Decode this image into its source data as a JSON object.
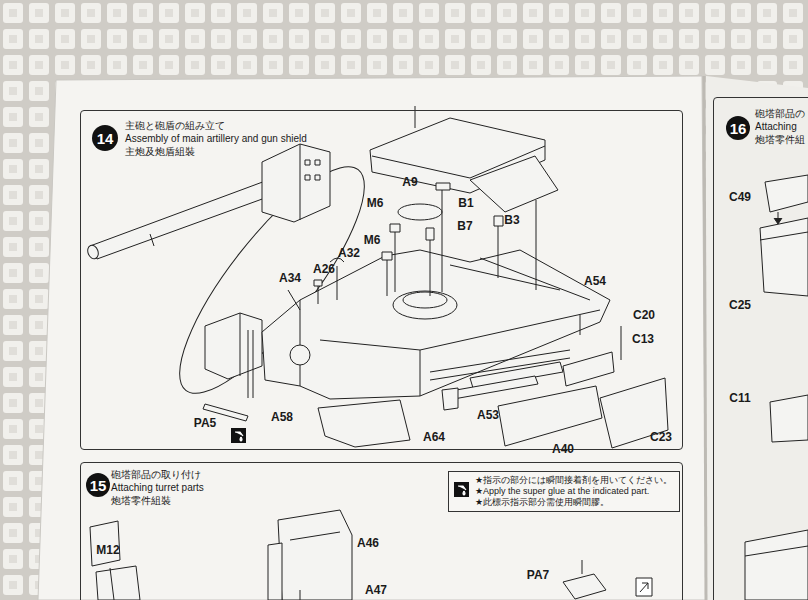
{
  "diagram": {
    "nodes": [
      {
        "text": [
          "主砲と砲盾の組み立て",
          "Assembly of main artillery and gun shield",
          "主炮及炮盾組裝"
        ]
      },
      {
        "text": [
          "14"
        ],
        "in": 0
      },
      {
        "text": [
          "砲塔部品の取り付け",
          "Attaching turret parts",
          "炮塔零件組裝"
        ]
      },
      {
        "text": [
          "15"
        ],
        "in": 2
      },
      {
        "text": [
          "★指示の部分には瞬間接着剤を用いてください。",
          "★Apply the super glue at the indicated part.",
          "★此標示指示部分需使用瞬間膠。"
        ],
        "in": 2
      },
      {
        "text": [
          "砲塔部品の",
          "Attaching",
          "炮塔零件組"
        ]
      },
      {
        "text": [
          "16"
        ],
        "in": 5
      }
    ],
    "labels": [
      "A9",
      "B1",
      "M6",
      "B7",
      "B3",
      "M6",
      "A32",
      "A26",
      "A34",
      "A54",
      "C20",
      "C13",
      "PA5",
      "A58",
      "A64",
      "A53",
      "A40",
      "C23",
      "M12",
      "A46",
      "A47",
      "PA7",
      "C49",
      "C25",
      "C11"
    ]
  }
}
